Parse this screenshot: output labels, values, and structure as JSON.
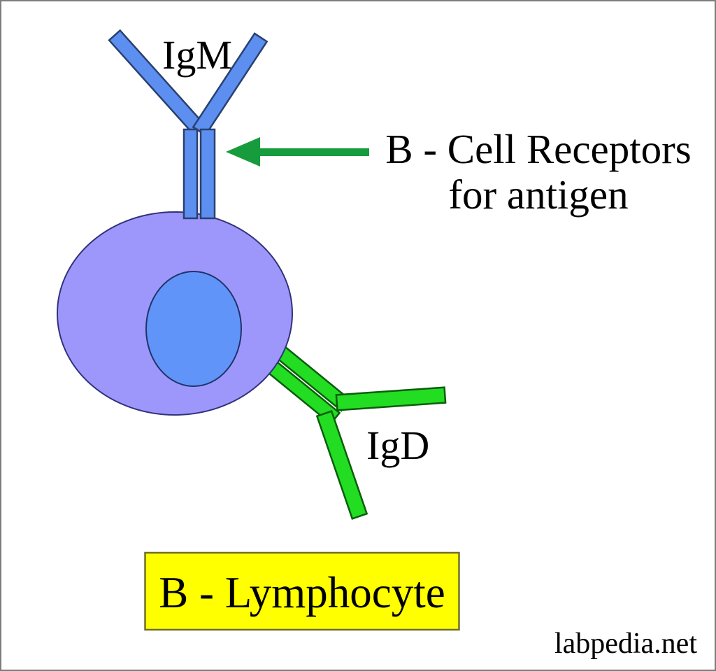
{
  "diagram": {
    "igm": {
      "label": "IgM"
    },
    "igd": {
      "label": "IgD"
    },
    "receptor_note": {
      "line1": "B - Cell Receptors",
      "line2": "for antigen"
    },
    "cell_caption": "B - Lymphocyte",
    "watermark": "labpedia.net",
    "colors": {
      "background": "#FFFFFF",
      "frame_border": "#7D7D7D",
      "receptor_blue": "#5C8FF0",
      "receptor_blue_outline": "#2A4070",
      "cell_body": "#9E97FB",
      "cell_outline": "#32327A",
      "nucleus": "#6094F8",
      "nucleus_outline": "#1F3469",
      "igd_green": "#22DD22",
      "igd_green_outline": "#0B5E0B",
      "arrow_green": "#179C3D",
      "caption_box_fill": "#FFFF00",
      "caption_box_border": "#6F6F2D",
      "text": "#000000"
    }
  }
}
